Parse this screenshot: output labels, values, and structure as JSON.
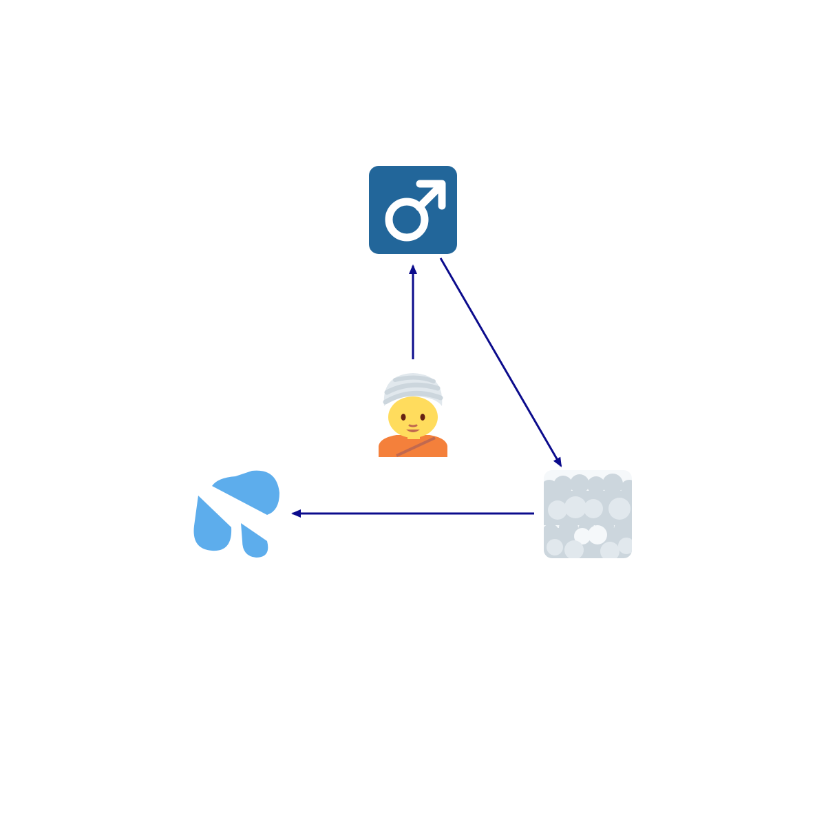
{
  "diagram": {
    "nodes": [
      {
        "id": "male",
        "icon": "male-sign-icon",
        "colors": {
          "tile": "#22669a",
          "symbol": "#ffffff"
        }
      },
      {
        "id": "person",
        "icon": "person-wearing-turban-icon",
        "colors": {
          "turban": "#e1e8ed",
          "skin": "#ffdc5d",
          "shirt": "#f4803b"
        }
      },
      {
        "id": "fog",
        "icon": "fog-icon",
        "colors": {
          "tile": "#f5f8fa",
          "clouds": "#ccd6dd"
        }
      },
      {
        "id": "sweat",
        "icon": "sweat-droplets-icon",
        "colors": {
          "drops": "#5dadec"
        }
      }
    ],
    "edges": [
      {
        "from": "person",
        "to": "male"
      },
      {
        "from": "male",
        "to": "fog"
      },
      {
        "from": "fog",
        "to": "sweat"
      }
    ],
    "edge_color": "#0b0b8c"
  }
}
